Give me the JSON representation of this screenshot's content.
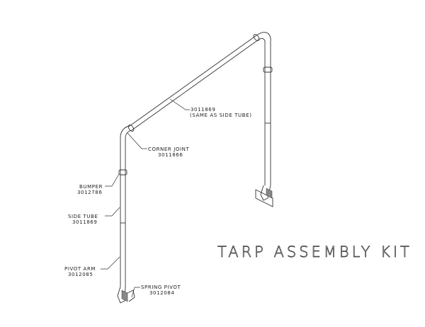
{
  "title": "TARP ASSEMBLY KIT",
  "callouts": [
    {
      "id": "top-tube",
      "label": "3011869",
      "sub": "(SAME AS SIDE TUBE)"
    },
    {
      "id": "corner-joint",
      "label": "CORNER JOINT",
      "sub": "3011866"
    },
    {
      "id": "bumper",
      "label": "BUMPER",
      "sub": "3012786"
    },
    {
      "id": "side-tube",
      "label": "SIDE TUBE",
      "sub": "3011869"
    },
    {
      "id": "pivot-arm",
      "label": "PIVOT ARM",
      "sub": "3012085"
    },
    {
      "id": "spring-pivot",
      "label": "SPRING PIVOT",
      "sub": "3012084"
    }
  ],
  "colors": {
    "line": "#333333",
    "background": "#ffffff"
  }
}
